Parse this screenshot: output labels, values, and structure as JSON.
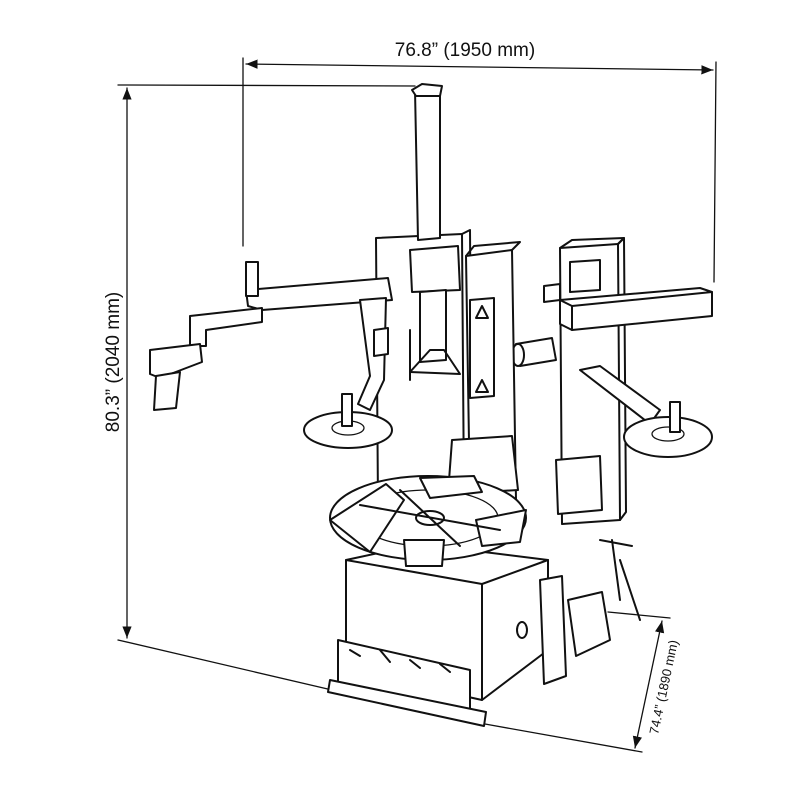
{
  "dimensions": {
    "width": "76.8” (1950 mm)",
    "height": "80.3” (2040 mm)",
    "depth": "74.4” (1890 mm)"
  },
  "colors": {
    "line": "#111111",
    "background": "#ffffff"
  }
}
